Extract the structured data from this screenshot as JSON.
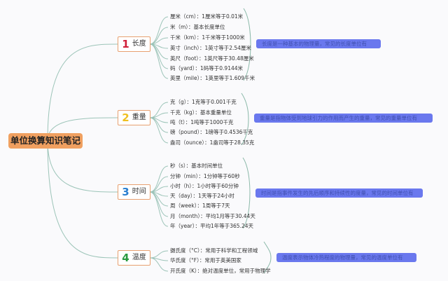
{
  "root": {
    "title": "单位换算知识笔记"
  },
  "branches": [
    {
      "number": "1",
      "label": "长度",
      "color": "#d0203a",
      "items": [
        "厘米（cm）：1厘米等于0.01米",
        "米（m）：基本长度单位",
        "千米（km）：1千米等于1000米",
        "英寸（inch）：1英寸等于2.54厘米",
        "英尺（foot）：1英尺等于30.48厘米",
        "码（yard）：1码等于0.9144米",
        "英里（mile）：1英里等于1.609千米"
      ],
      "summary": "长度是一种基本的物理量，常见的长度单位有"
    },
    {
      "number": "2",
      "label": "重量",
      "color": "#f0c020",
      "items": [
        "克（g）：1克等于0.001千克",
        "千克（kg）：基本重量单位",
        "吨（t）：1吨等于1000千克",
        "磅（pound）：1磅等于0.4536千克",
        "盎司（ounce）：1盎司等于28.35克"
      ],
      "summary": "重量是指物体受到地球引力的作用而产生的重量，常见的重量单位有"
    },
    {
      "number": "3",
      "label": "时间",
      "color": "#2a7fd0",
      "items": [
        "秒（s）：基本时间单位",
        "分钟（min）：1分钟等于60秒",
        "小时（h）：1小时等于60分钟",
        "天（day）：1天等于24小时",
        "周（week）：1周等于7天",
        "月（month）：平均1月等于30.44天",
        "年（year）：平均1年等于365.24天"
      ],
      "summary": "时间是指事件发生的先后顺序和持续性的度量，常见的时间单位有"
    },
    {
      "number": "4",
      "label": "温度",
      "color": "#2a9a40",
      "items": [
        "摄氏度（°C）：常用于科学和工程领域",
        "华氏度（°F）：常用于英美国家",
        "开氏度（K）：绝对温度单位，常用于物理学"
      ],
      "summary": "温度表示物体冷热程度的物理量，常见的温度单位有"
    }
  ]
}
